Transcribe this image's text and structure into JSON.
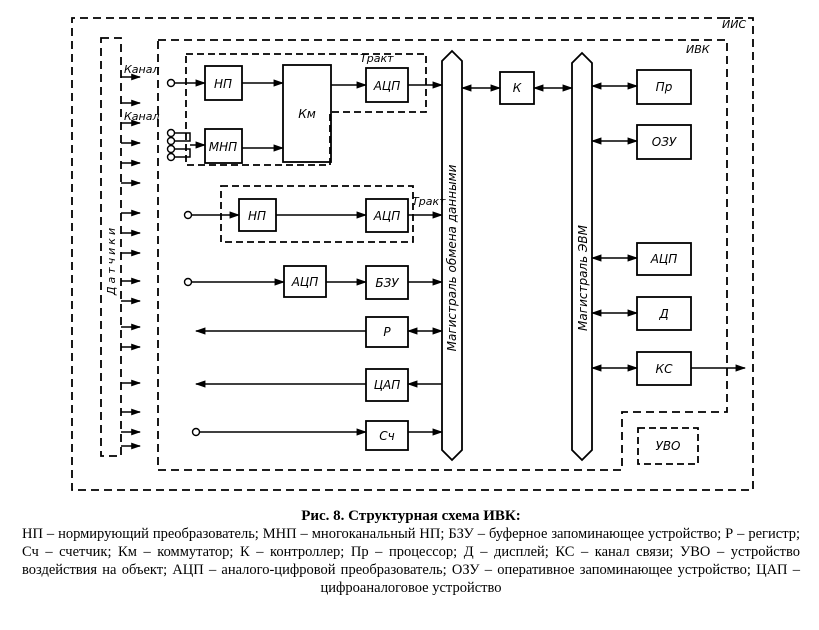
{
  "diagram": {
    "outer_label": "ИИС",
    "inner_label": "ИВК",
    "sensors_label": "Датчики",
    "channel_label": "Канал",
    "tract_label": "Тракт",
    "bus_exchange_label": "Магистраль обмена данными",
    "bus_computer_label": "Магистраль ЭВМ",
    "blocks": {
      "np1": "НП",
      "mnp": "МНП",
      "km": "Км",
      "adc1": "АЦП",
      "np2": "НП",
      "adc2": "АЦП",
      "adc3": "АЦП",
      "bzu": "БЗУ",
      "reg": "Р",
      "dac": "ЦАП",
      "counter": "Сч",
      "controller": "К",
      "proc": "Пр",
      "ozu": "ОЗУ",
      "adc4": "АЦП",
      "display": "Д",
      "ks": "КС",
      "uvo": "УВО"
    }
  },
  "caption": {
    "title": "Рис. 8. Структурная схема ИВК:",
    "legend": "НП – нормирующий преобразователь; МНП – многоканальный НП; БЗУ – буферное запоминающее устройство; Р – регистр; Сч – счетчик; Км – коммутатор; К – контроллер; Пр – процессор; Д – дисплей; КС – канал связи; УВО – устройство воздействия на объект; АЦП – аналого-цифровой преобразователь; ОЗУ – оперативное запоминающее устройство; ЦАП – цифроаналоговое устройство"
  }
}
